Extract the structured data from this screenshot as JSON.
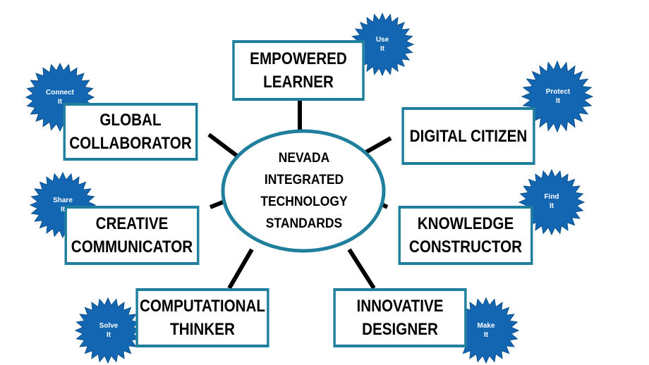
{
  "center": {
    "label": "NEVADA\nINTEGRATED\nTECHNOLOGY\nSTANDARDS"
  },
  "standards": [
    {
      "id": "empowered-learner",
      "label": "EMPOWERED\nLEARNER",
      "action": "Use\nIt"
    },
    {
      "id": "digital-citizen",
      "label": "DIGITAL CITIZEN",
      "action": "Protect\nIt"
    },
    {
      "id": "knowledge-constructor",
      "label": "KNOWLEDGE\nCONSTRUCTOR",
      "action": "Find\nIt"
    },
    {
      "id": "innovative-designer",
      "label": "INNOVATIVE\nDESIGNER",
      "action": "Make\nIt"
    },
    {
      "id": "computational-thinker",
      "label": "COMPUTATIONAL\nTHINKER",
      "action": "Solve\nIt"
    },
    {
      "id": "creative-communicator",
      "label": "CREATIVE\nCOMMUNICATOR",
      "action": "Share\nIt"
    },
    {
      "id": "global-collaborator",
      "label": "GLOBAL\nCOLLABORATOR",
      "action": "Connect\nIt"
    }
  ],
  "colors": {
    "box_border": "#1f7f9c",
    "burst_fill": "#1266b2",
    "burst_stroke": "#0b4f8c",
    "connector": "#000000",
    "text": "#000000",
    "burst_text": "#ffffff"
  }
}
